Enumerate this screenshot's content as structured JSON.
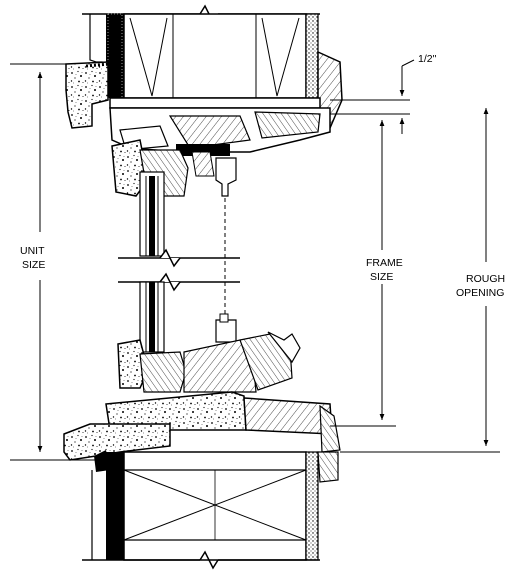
{
  "labels": {
    "unit_size_line1": "UNIT",
    "unit_size_line2": "SIZE",
    "frame_size_line1": "FRAME",
    "frame_size_line2": "SIZE",
    "rough_opening_line1": "ROUGH",
    "rough_opening_line2": "OPENING",
    "shim_gap": "1/2\""
  }
}
